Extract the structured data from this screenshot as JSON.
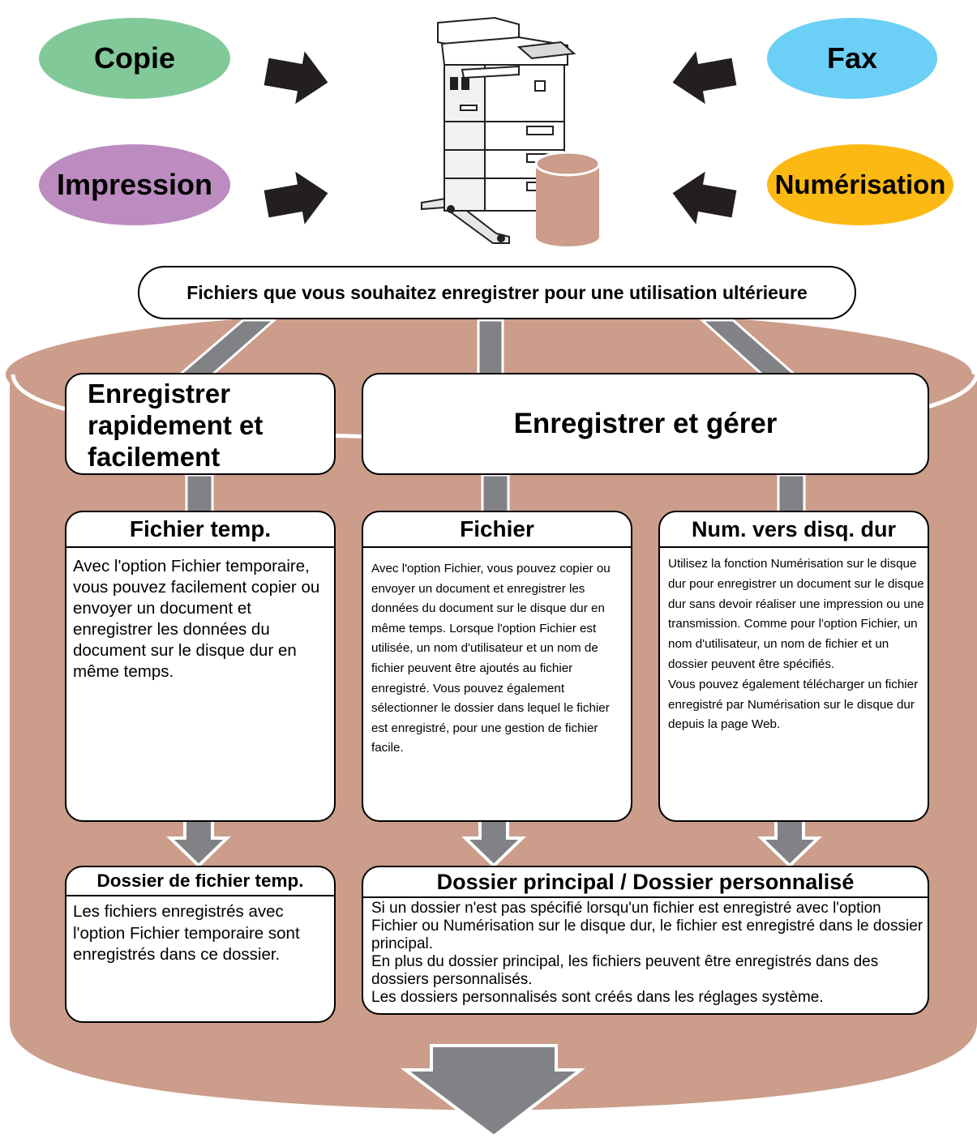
{
  "sources": {
    "copy": "Copie",
    "fax": "Fax",
    "print": "Impression",
    "scan": "Numérisation"
  },
  "banner": "Fichiers que vous souhaitez enregistrer pour une utilisation ultérieure",
  "categories": {
    "quick": "Enregistrer rapidement et facilement",
    "manage": "Enregistrer et gérer"
  },
  "modes": {
    "temp": {
      "title": "Fichier temp.",
      "body": "Avec l'option Fichier temporaire, vous pouvez facilement copier ou envoyer un document et enregistrer les données du document sur le disque dur en même temps."
    },
    "file": {
      "title": "Fichier",
      "body": "Avec l'option Fichier, vous pouvez copier ou envoyer un document et enregistrer les données du document sur le disque dur en même temps. Lorsque l'option Fichier est utilisée, un nom d'utilisateur et un nom de fichier peuvent être ajoutés au fichier enregistré. Vous pouvez également sélectionner le dossier dans lequel le fichier est enregistré, pour une gestion de fichier facile."
    },
    "hdd": {
      "title": "Num. vers disq. dur",
      "body": "Utilisez la fonction Numérisation sur le disque dur pour enregistrer un document sur le disque dur sans devoir réaliser une impression ou une transmission. Comme pour l'option Fichier, un nom d'utilisateur, un nom de fichier et un dossier peuvent être spécifiés.\nVous pouvez également télécharger un fichier enregistré par Numérisation sur le disque dur depuis la page Web."
    }
  },
  "folders": {
    "temp": {
      "title": "Dossier de fichier temp.",
      "body": "Les fichiers enregistrés avec l'option Fichier temporaire sont enregistrés dans ce dossier."
    },
    "main": {
      "title": "Dossier principal / Dossier personnalisé",
      "body": "Si un dossier n'est pas spécifié lorsqu'un fichier est enregistré avec l'option Fichier ou Numérisation sur le disque dur, le fichier est enregistré dans le dossier principal.\nEn plus du dossier principal, les fichiers peuvent être enregistrés dans des dossiers personnalisés.\nLes dossiers personnalisés sont créés dans les réglages système."
    }
  },
  "colors": {
    "copy": "#82c99a",
    "fax": "#6ccff6",
    "print": "#bc8cc0",
    "scan": "#fdb913",
    "storage": "#cb9d8a",
    "arrow": "#808285"
  }
}
